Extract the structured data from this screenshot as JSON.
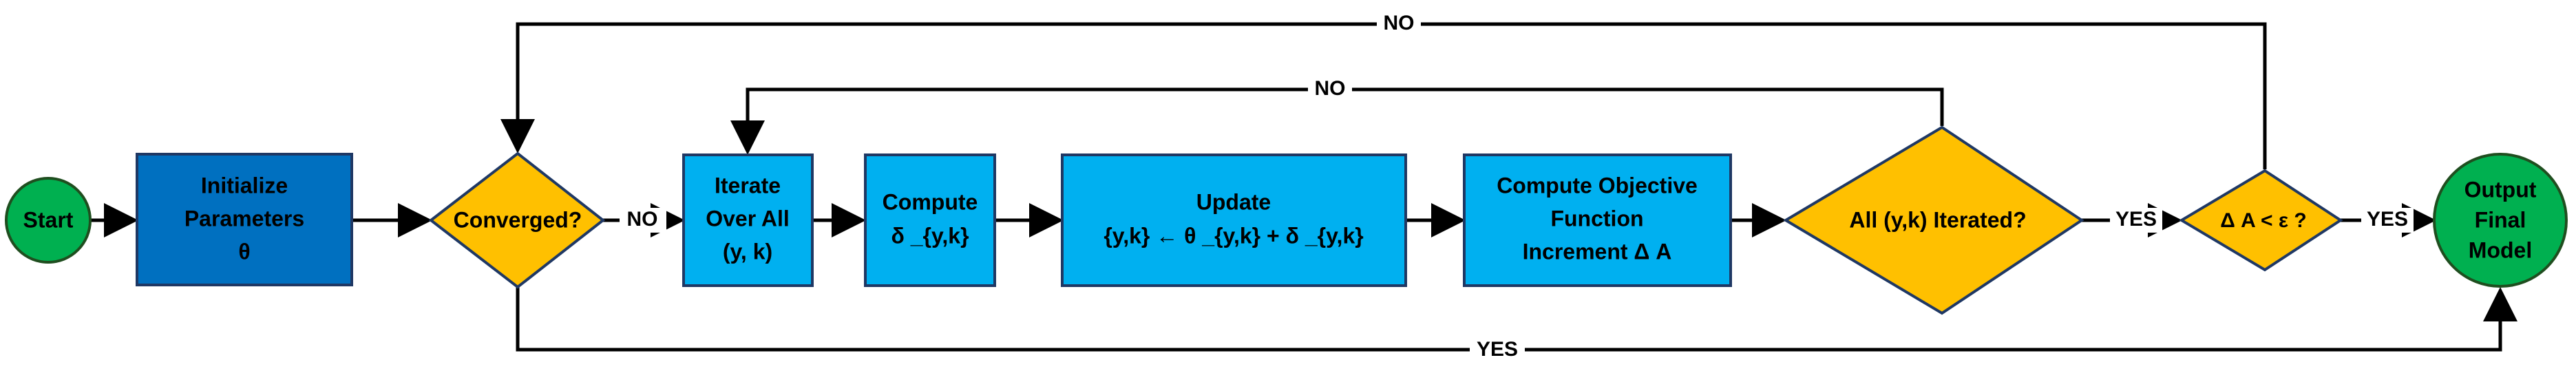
{
  "colors": {
    "start_end_fill": "#00b050",
    "start_end_stroke": "#1f4e1f",
    "init_fill": "#0070c0",
    "process_fill": "#00b0f0",
    "decision_fill": "#ffc000",
    "line": "#000000"
  },
  "nodes": {
    "start": {
      "lines": [
        "Start"
      ]
    },
    "init": {
      "lines": [
        "Initialize",
        "Parameters",
        "θ"
      ]
    },
    "converged": {
      "lines": [
        "Converged?"
      ]
    },
    "iterate": {
      "lines": [
        "Iterate",
        "Over All",
        "(y, k)"
      ]
    },
    "compute_delta": {
      "lines": [
        "Compute",
        "δ _{y,k}"
      ]
    },
    "update": {
      "lines": [
        "Update",
        "{y,k} ← θ _{y,k} + δ _{y,k}"
      ]
    },
    "objective": {
      "lines": [
        "Compute Objective",
        "Function",
        "Increment Δ A"
      ]
    },
    "all_iterated": {
      "lines": [
        "All (y,k) Iterated?"
      ]
    },
    "delta_check": {
      "lines": [
        "Δ A < ε ?"
      ]
    },
    "output": {
      "lines": [
        "Output",
        "Final",
        "Model"
      ]
    }
  },
  "edge_labels": {
    "converged_no": "NO",
    "top_no": "NO",
    "inner_no": "NO",
    "all_yes": "YES",
    "delta_yes": "YES",
    "bottom_yes": "YES"
  }
}
